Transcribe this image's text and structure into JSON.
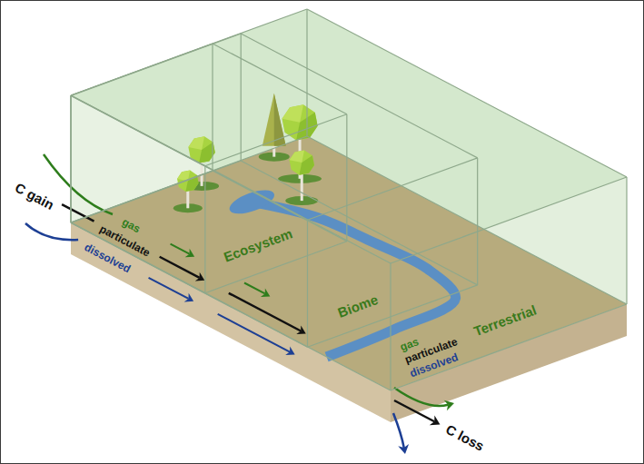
{
  "diagram": {
    "nodes": [
      {
        "text": [
          "Terrestrial"
        ]
      },
      {
        "text": [
          "Biome"
        ],
        "in": 0
      },
      {
        "text": [
          "Ecosystem"
        ],
        "in": 1
      }
    ],
    "labels": [
      "C gain",
      "gas",
      "particulate",
      "dissolved",
      "gas",
      "particulate",
      "dissolved",
      "C loss"
    ]
  }
}
